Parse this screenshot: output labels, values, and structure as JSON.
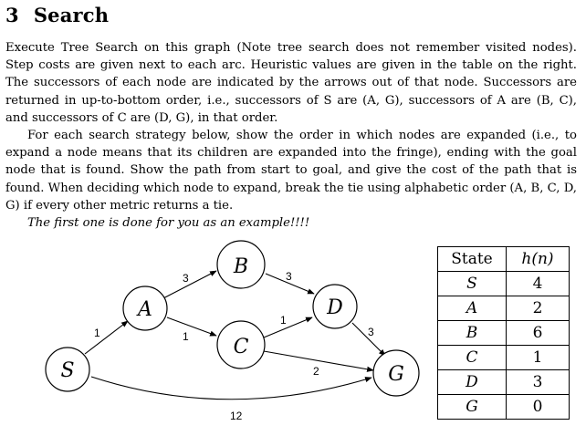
{
  "section": {
    "number": "3",
    "title": "Search"
  },
  "paragraphs": {
    "p1": "Execute Tree Search on this graph (Note tree search does not remember visited nodes). Step costs are given next to each arc. Heuristic values are given in the table on the right. The successors of each node are indicated by the arrows out of that node. Successors are returned in up-to-bottom order, i.e., successors of S are (A, G), successors of A are (B, C), and successors of C are (D, G), in that order.",
    "p2": "For each search strategy below, show the order in which nodes are expanded (i.e., to expand a node means that its children are expanded into the fringe), ending with the goal node that is found. Show the path from start to goal, and give the cost of the path that is found. When deciding which node to expand, break the tie using alphabetic order (A, B, C, D, G) if every other metric returns a tie.",
    "example": "The first one is done for you as an example!!!!"
  },
  "graph": {
    "nodes": {
      "S": "S",
      "A": "A",
      "B": "B",
      "C": "C",
      "D": "D",
      "G": "G"
    },
    "edges": [
      {
        "from": "S",
        "to": "A",
        "cost": "1"
      },
      {
        "from": "S",
        "to": "G",
        "cost": "12"
      },
      {
        "from": "A",
        "to": "B",
        "cost": "3"
      },
      {
        "from": "A",
        "to": "C",
        "cost": "1"
      },
      {
        "from": "B",
        "to": "D",
        "cost": "3"
      },
      {
        "from": "C",
        "to": "D",
        "cost": "1"
      },
      {
        "from": "C",
        "to": "G",
        "cost": "2"
      },
      {
        "from": "D",
        "to": "G",
        "cost": "3"
      }
    ]
  },
  "heuristic_table": {
    "headers": [
      "State",
      "h(n)"
    ],
    "rows": [
      {
        "state": "S",
        "h": "4"
      },
      {
        "state": "A",
        "h": "2"
      },
      {
        "state": "B",
        "h": "6"
      },
      {
        "state": "C",
        "h": "1"
      },
      {
        "state": "D",
        "h": "3"
      },
      {
        "state": "G",
        "h": "0"
      }
    ]
  }
}
